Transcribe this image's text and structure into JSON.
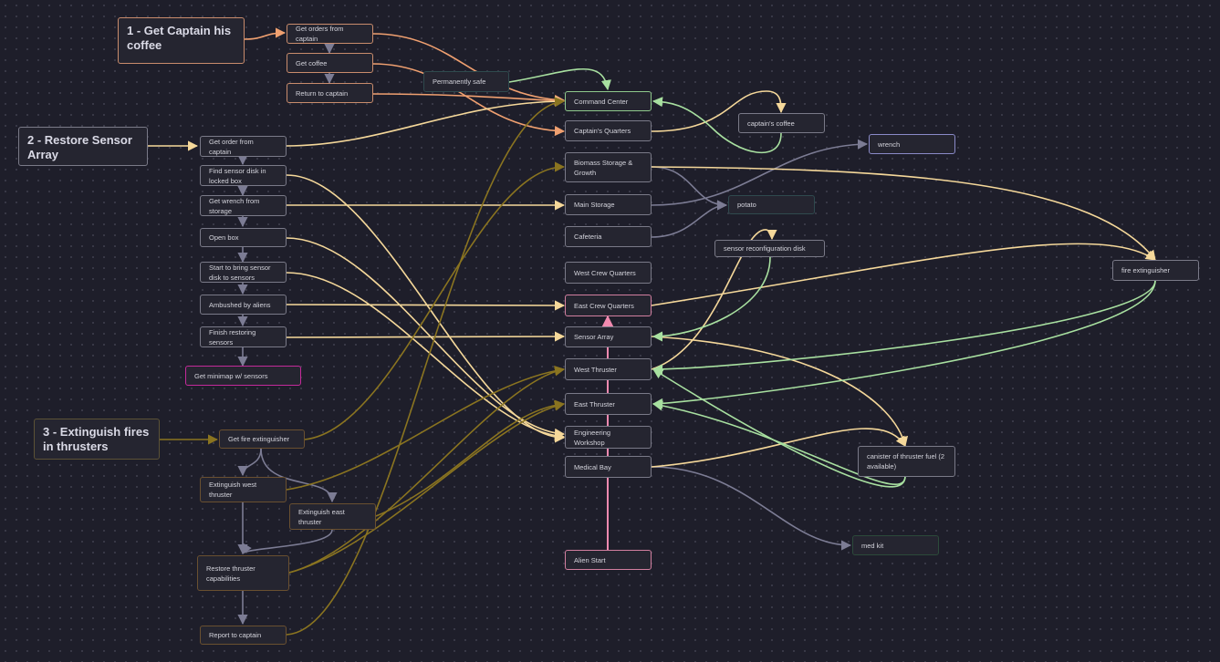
{
  "groups": {
    "g1": "1 - Get Captain his coffee",
    "g2": "2 - Restore Sensor Array",
    "g3": "3 - Extinguish fires in thrusters"
  },
  "tasks": {
    "t1a": "Get orders from captain",
    "t1b": "Get coffee",
    "t1c": "Return to captain",
    "t2a": "Get order from captain",
    "t2b": "Find sensor disk in locked box",
    "t2c": "Get wrench from storage",
    "t2d": "Open box",
    "t2e": "Start to bring sensor disk to sensors",
    "t2f": "Ambushed by aliens",
    "t2g": "Finish restoring sensors",
    "t2h": "Get minimap w/ sensors",
    "t3a": "Get fire extinguisher",
    "t3b": "Extinguish west thruster",
    "t3c": "Extinguish east thruster",
    "t3d": "Restore thruster capabilities",
    "t3e": "Report to captain"
  },
  "rooms": {
    "cmd": "Command Center",
    "capq": "Captain's Quarters",
    "bio": "Biomass Storage & Growth",
    "mstor": "Main Storage",
    "caf": "Cafeteria",
    "wcq": "West Crew Quarters",
    "ecq": "East Crew Quarters",
    "sens": "Sensor Array",
    "wthr": "West Thruster",
    "ethr": "East Thruster",
    "eng": "Engineering Workshop",
    "med": "Medical Bay",
    "alien": "Alien Start"
  },
  "items": {
    "safe": "Permanently safe",
    "coffee": "captain's coffee",
    "wrench": "wrench",
    "potato": "potato",
    "disk": "sensor reconfiguration disk",
    "ext": "fire extinguisher",
    "fuel": "canister of thruster fuel (2 available)",
    "medkit": "med kit"
  },
  "colors": {
    "orange": "#f0a070",
    "green": "#a8e0a0",
    "cream": "#f5d89a",
    "gray": "#7c7c94",
    "olive": "#8a7420",
    "pink": "#f28ab0"
  }
}
